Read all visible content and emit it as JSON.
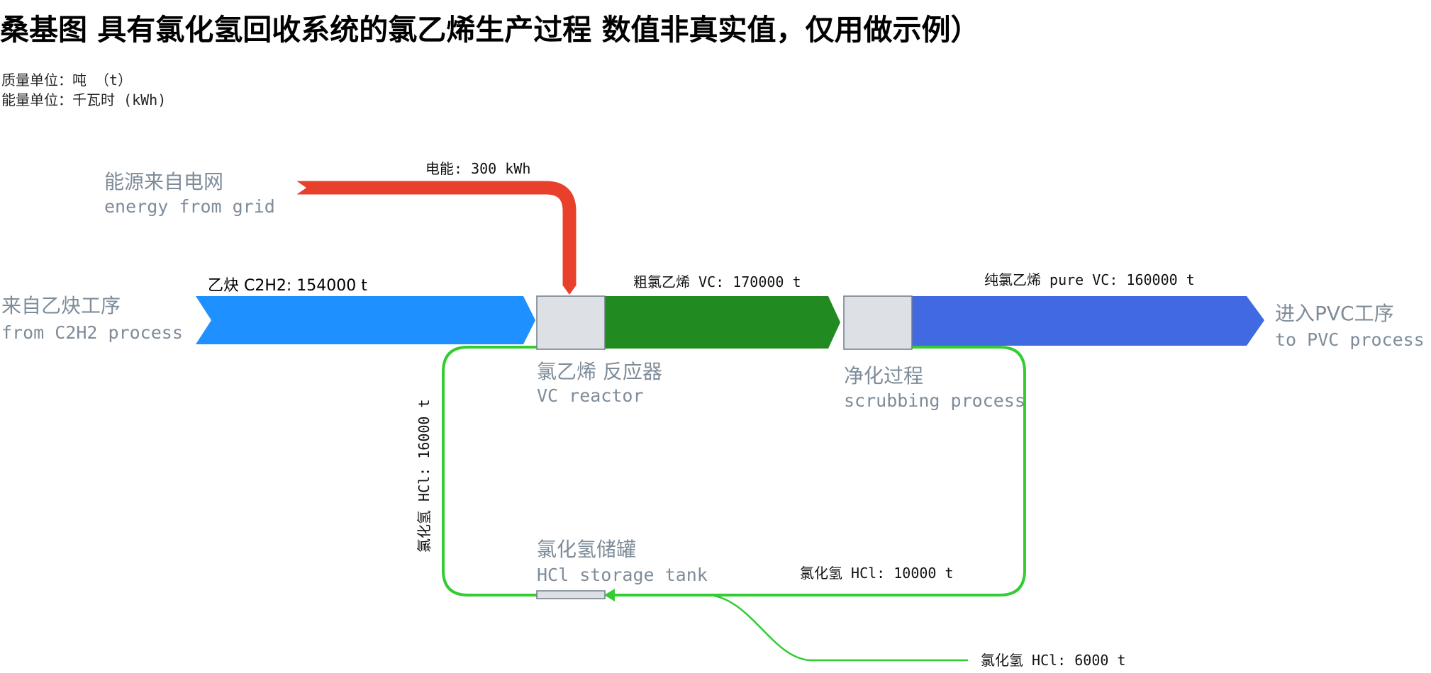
{
  "title": "桑基图  具有氯化氢回收系统的氯乙烯生产过程 数值非真实值，仅用做示例）",
  "units": {
    "mass": "质量单位：吨  （t）",
    "energy": "能量单位：千瓦时 (kWh)"
  },
  "nodes": {
    "grid": {
      "zh": "能源来自电网",
      "en": "energy from grid"
    },
    "c2h2_source": {
      "zh": "来自乙炔工序",
      "en": "from C2H2 process"
    },
    "reactor": {
      "zh": "氯乙烯 反应器",
      "en": "VC reactor"
    },
    "scrubbing": {
      "zh": "净化过程",
      "en": "scrubbing process"
    },
    "pvc": {
      "zh": "进入PVC工序",
      "en": "to PVC process"
    },
    "hcl_tank": {
      "zh": "氯化氢储罐",
      "en": "HCl storage tank"
    }
  },
  "flows": {
    "electricity": "电能: 300 kWh",
    "c2h2": "乙炔 C2H2: 154000 t",
    "crude_vc": "粗氯乙烯 VC: 170000 t",
    "pure_vc": "纯氯乙烯  pure VC: 160000 t",
    "hcl_16000": "氯化氢 HCl: 16000 t",
    "hcl_10000": "氯化氢 HCl: 10000 t",
    "hcl_6000": "氯化氢 HCl: 6000 t"
  },
  "colors": {
    "electricity": "#e8402b",
    "c2h2": "#1e90ff",
    "crude_vc": "#218a21",
    "pure_vc": "#4169e1",
    "hcl": "#33cc33",
    "node_fill": "#dde1e6",
    "node_stroke": "#6f7b87",
    "label_gray": "#7e8c9a"
  }
}
